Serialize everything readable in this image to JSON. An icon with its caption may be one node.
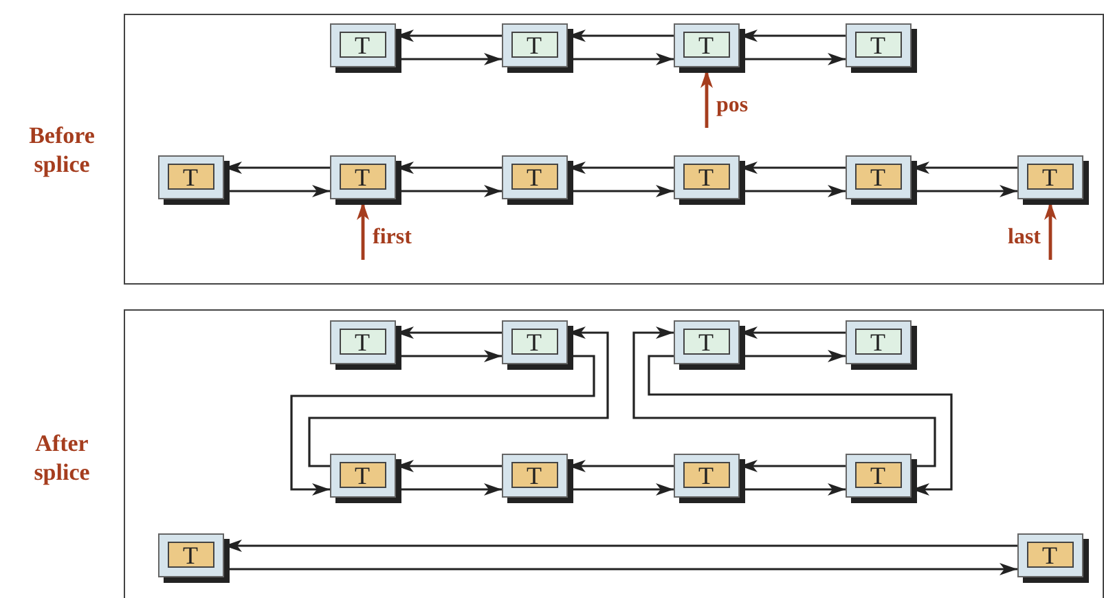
{
  "diagram": {
    "nodes": [
      {
        "text": [
          "Before splice"
        ]
      },
      {
        "text": [
          "T"
        ],
        "in": 0
      },
      {
        "text": [
          "T"
        ],
        "in": 0
      },
      {
        "text": [
          "T"
        ],
        "in": 0
      },
      {
        "text": [
          "T"
        ],
        "in": 0
      },
      {
        "text": [
          "T"
        ],
        "in": 0
      },
      {
        "text": [
          "T"
        ],
        "in": 0
      },
      {
        "text": [
          "T"
        ],
        "in": 0
      },
      {
        "text": [
          "T"
        ],
        "in": 0
      },
      {
        "text": [
          "T"
        ],
        "in": 0
      },
      {
        "text": [
          "T"
        ],
        "in": 0
      },
      {
        "text": [
          "After splice"
        ]
      },
      {
        "text": [
          "T"
        ],
        "in": 11
      },
      {
        "text": [
          "T"
        ],
        "in": 11
      },
      {
        "text": [
          "T"
        ],
        "in": 11
      },
      {
        "text": [
          "T"
        ],
        "in": 11
      },
      {
        "text": [
          "T"
        ],
        "in": 11
      },
      {
        "text": [
          "T"
        ],
        "in": 11
      },
      {
        "text": [
          "T"
        ],
        "in": 11
      },
      {
        "text": [
          "T"
        ],
        "in": 11
      },
      {
        "text": [
          "T"
        ],
        "in": 11
      },
      {
        "text": [
          "T"
        ],
        "in": 11
      }
    ],
    "edges": [
      {
        "from": 2,
        "to": 1,
        "arrow": "to"
      },
      {
        "from": 1,
        "to": 2,
        "arrow": "to"
      },
      {
        "from": 3,
        "to": 2,
        "arrow": "to"
      },
      {
        "from": 2,
        "to": 3,
        "arrow": "to"
      },
      {
        "from": 4,
        "to": 3,
        "arrow": "to"
      },
      {
        "from": 3,
        "to": 4,
        "arrow": "to"
      },
      {
        "from": 6,
        "to": 5,
        "arrow": "to"
      },
      {
        "from": 5,
        "to": 6,
        "arrow": "to"
      },
      {
        "from": 7,
        "to": 6,
        "arrow": "to"
      },
      {
        "from": 6,
        "to": 7,
        "arrow": "to"
      },
      {
        "from": 8,
        "to": 7,
        "arrow": "to"
      },
      {
        "from": 7,
        "to": 8,
        "arrow": "to"
      },
      {
        "from": 9,
        "to": 8,
        "arrow": "to"
      },
      {
        "from": 8,
        "to": 9,
        "arrow": "to"
      },
      {
        "from": 10,
        "to": 9,
        "arrow": "to"
      },
      {
        "from": 9,
        "to": 10,
        "arrow": "to"
      },
      {
        "from": null,
        "to": 3,
        "arrow": "to",
        "label": "pos",
        "color": "#a53d1e"
      },
      {
        "from": null,
        "to": 6,
        "arrow": "to",
        "label": "first",
        "color": "#a53d1e"
      },
      {
        "from": null,
        "to": 10,
        "arrow": "to",
        "label": "last",
        "color": "#a53d1e"
      },
      {
        "from": 13,
        "to": 12,
        "arrow": "to"
      },
      {
        "from": 12,
        "to": 13,
        "arrow": "to"
      },
      {
        "from": 15,
        "to": 14,
        "arrow": "to"
      },
      {
        "from": 14,
        "to": 15,
        "arrow": "to"
      },
      {
        "from": 17,
        "to": 16,
        "arrow": "to"
      },
      {
        "from": 16,
        "to": 17,
        "arrow": "to"
      },
      {
        "from": 18,
        "to": 17,
        "arrow": "to"
      },
      {
        "from": 17,
        "to": 18,
        "arrow": "to"
      },
      {
        "from": 19,
        "to": 18,
        "arrow": "to"
      },
      {
        "from": 18,
        "to": 19,
        "arrow": "to"
      },
      {
        "from": 21,
        "to": 20,
        "arrow": "to"
      },
      {
        "from": 20,
        "to": 21,
        "arrow": "to"
      },
      {
        "from": 13,
        "to": 16,
        "arrow": "to"
      },
      {
        "from": 16,
        "to": 13,
        "arrow": "to"
      },
      {
        "from": 14,
        "to": 19,
        "arrow": "to"
      },
      {
        "from": 19,
        "to": 14,
        "arrow": "to"
      }
    ]
  }
}
